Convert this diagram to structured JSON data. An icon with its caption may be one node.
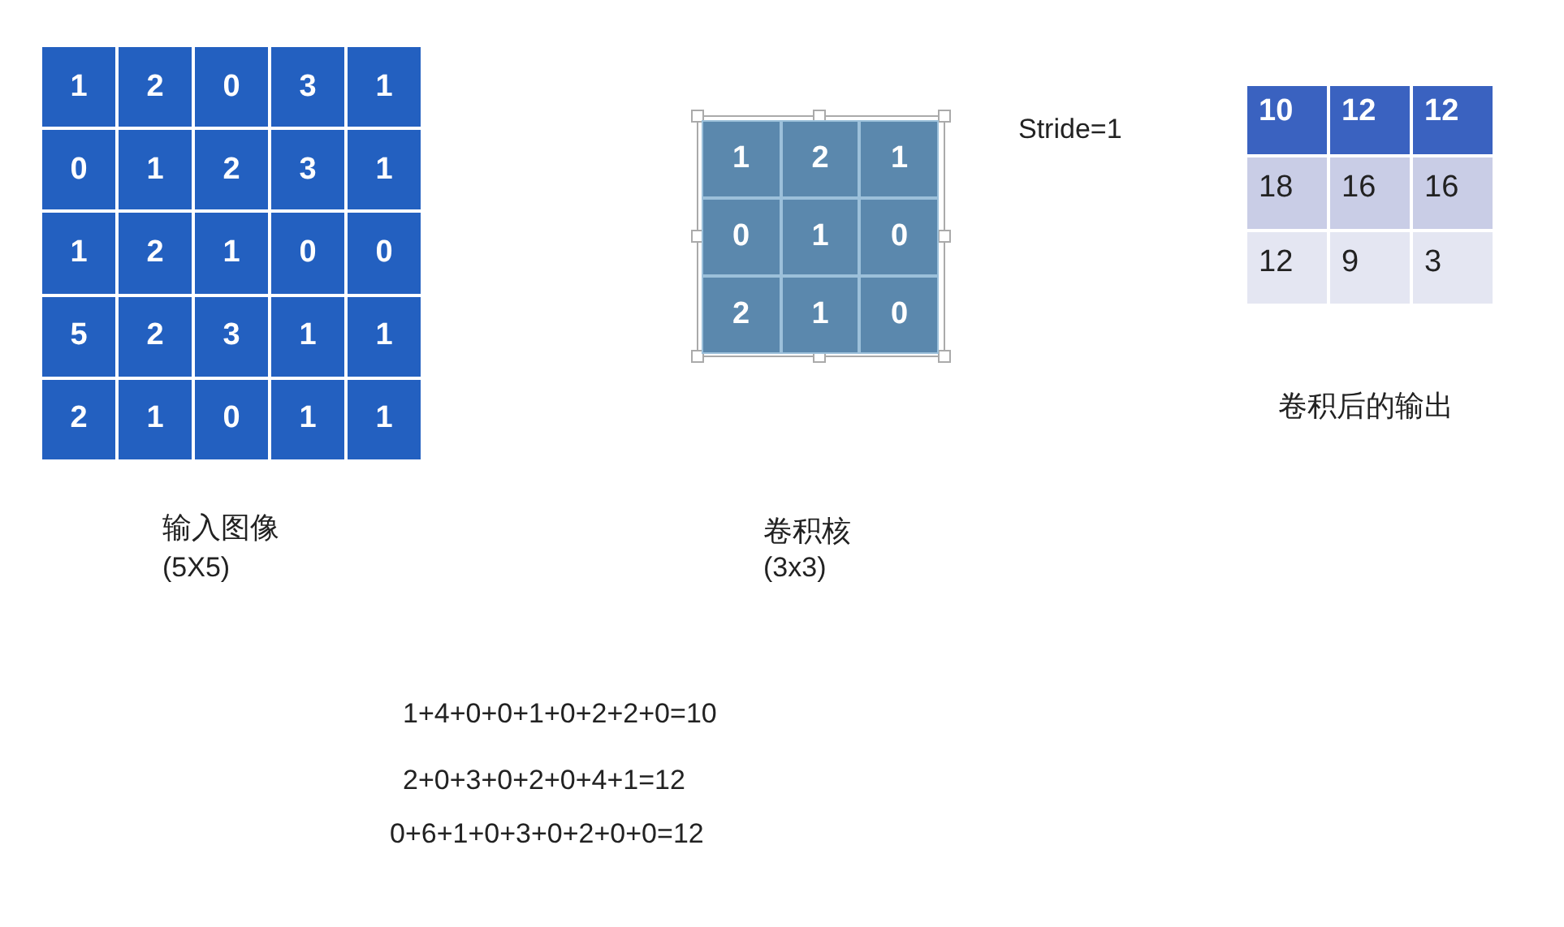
{
  "diagram": {
    "labels": [
      "1",
      "2",
      "0",
      "3",
      "1",
      "0",
      "1",
      "2",
      "3",
      "1",
      "1",
      "2",
      "1",
      "0",
      "0",
      "5",
      "2",
      "3",
      "1",
      "1",
      "2",
      "1",
      "0",
      "1",
      "1",
      "输入图像",
      "(5X5)",
      "1",
      "2",
      "1",
      "0",
      "1",
      "0",
      "2",
      "1",
      "0",
      "卷积核",
      "(3x3)",
      "Stride=1",
      "10",
      "12",
      "12",
      "18",
      "16",
      "16",
      "12",
      "9",
      "3",
      "卷积后的输出",
      "1+4+0+0+1+0+2+2+0=10",
      "2+0+3+0+2+0+4+1=12",
      "0+6+1+0+3+0+2+0+0=12"
    ]
  }
}
